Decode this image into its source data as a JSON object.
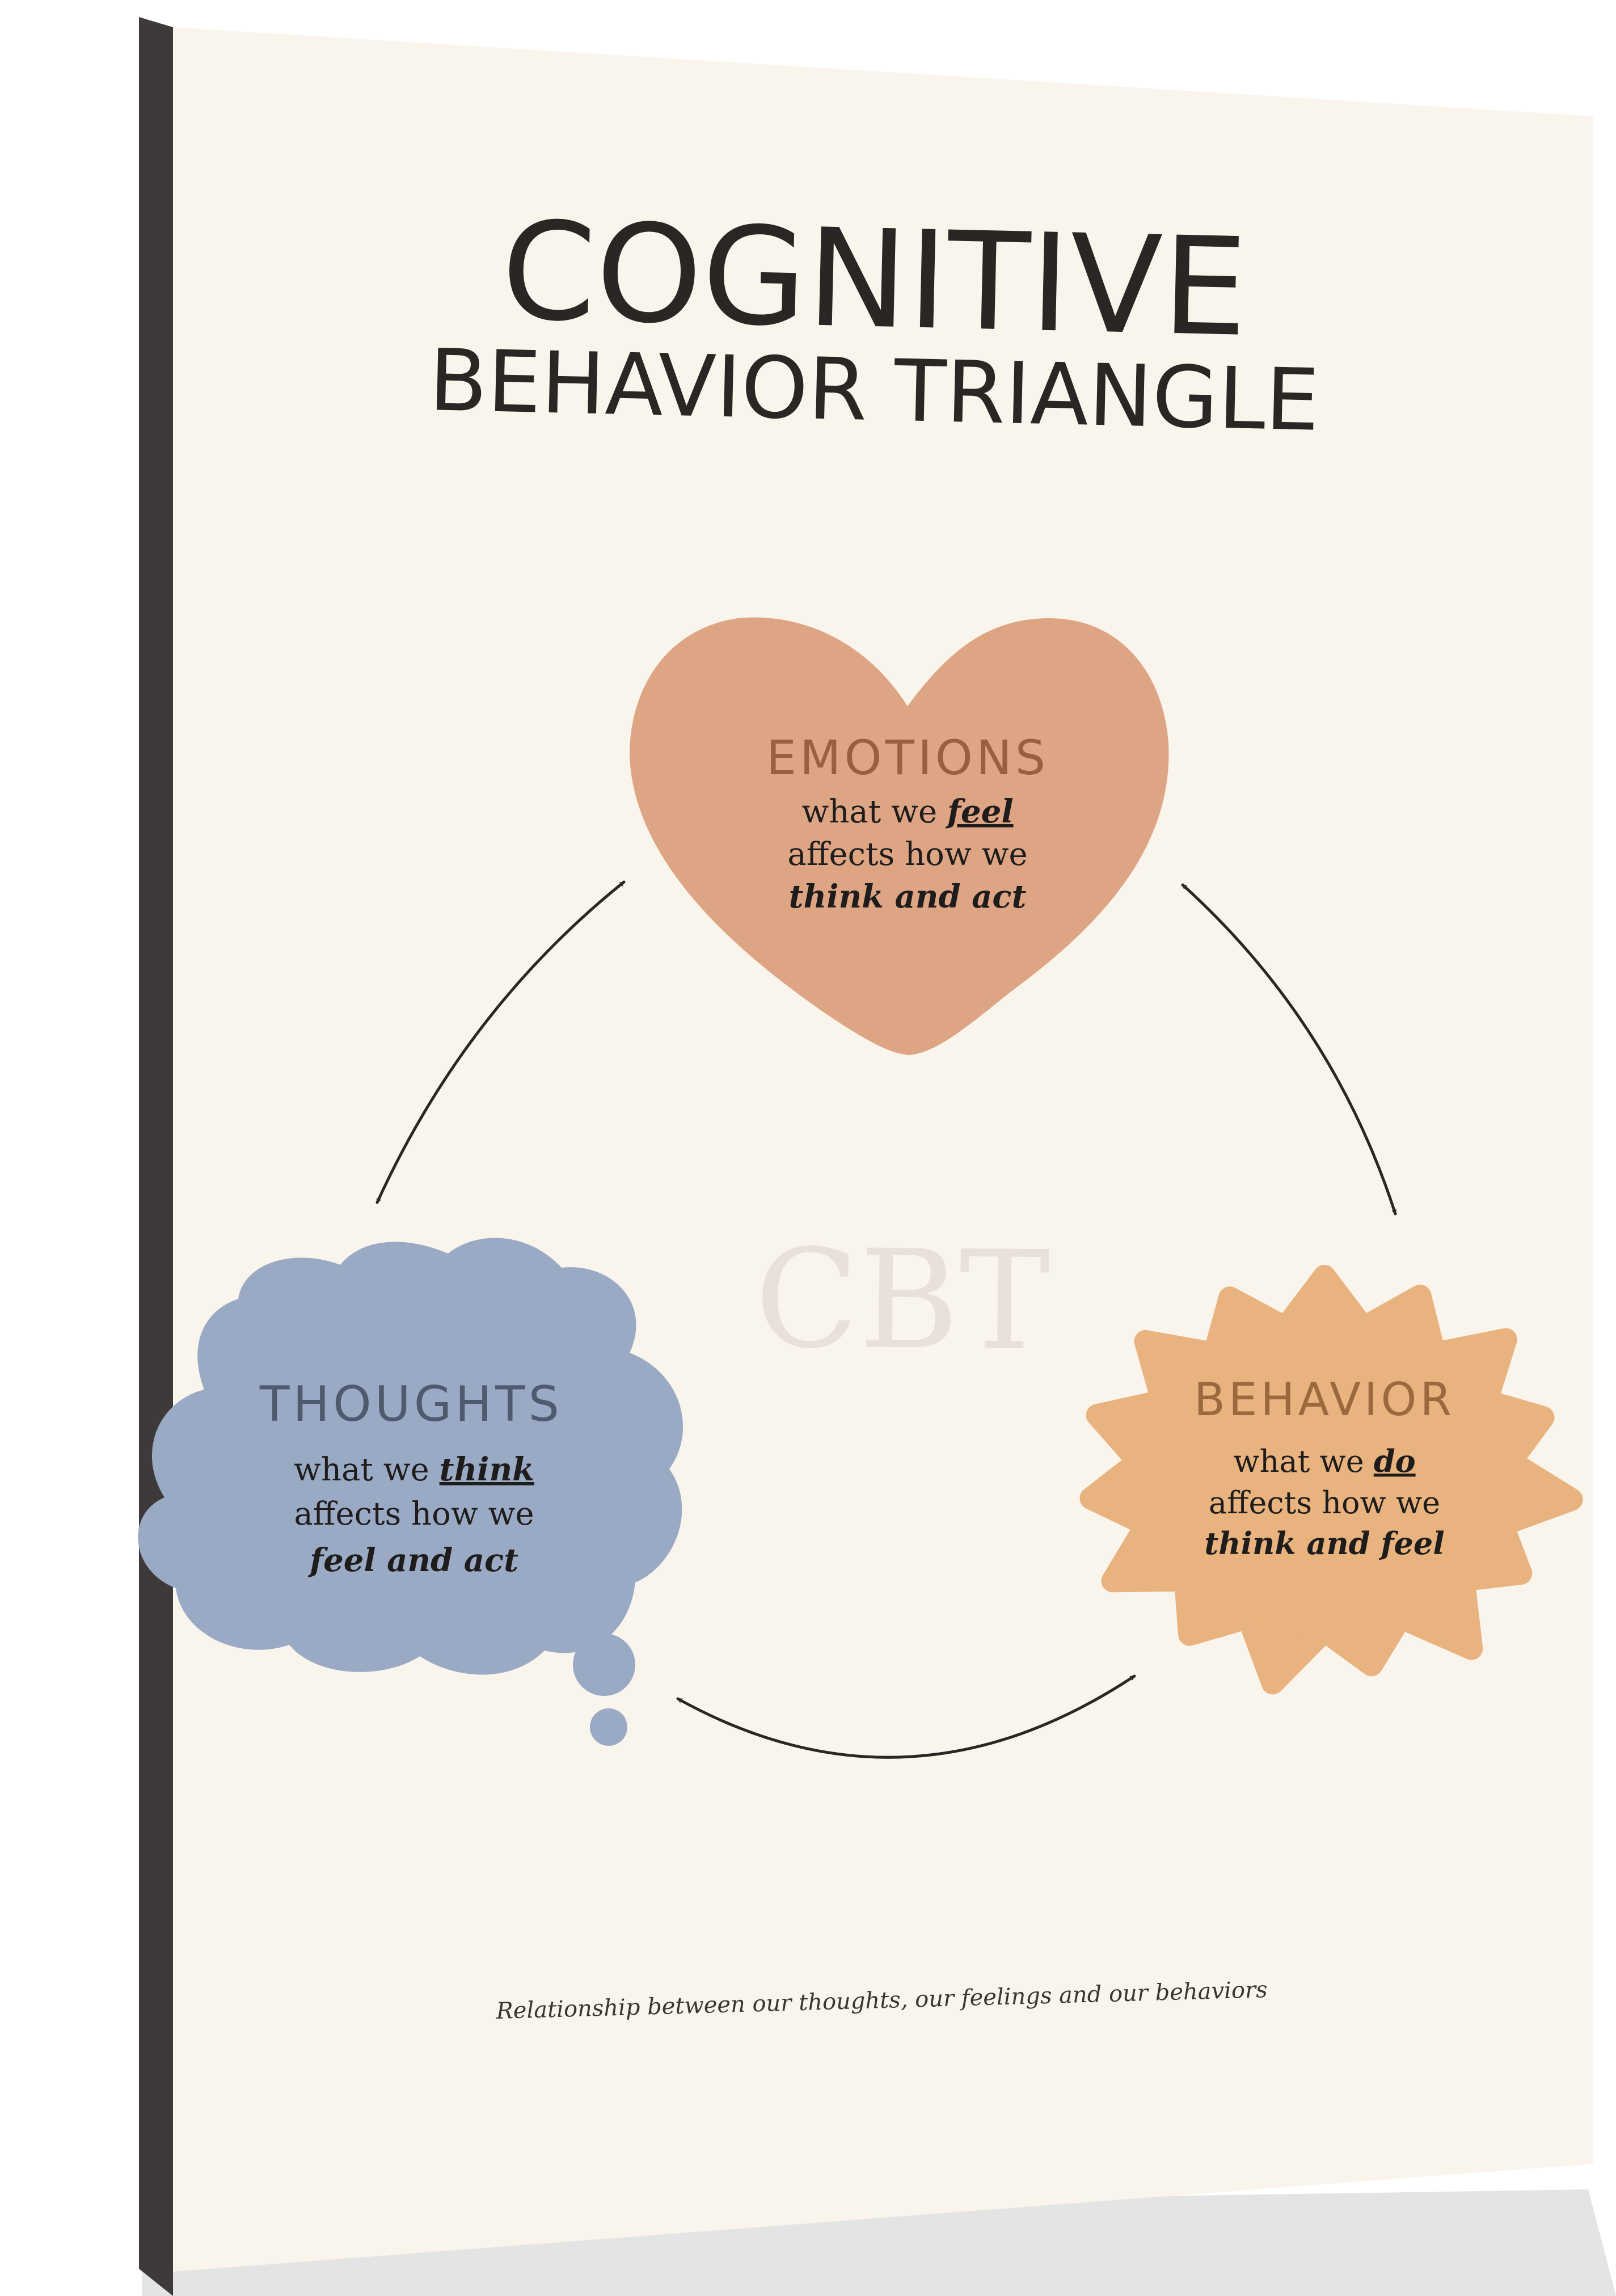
{
  "title": {
    "line1": "COGNITIVE",
    "line2": "BEHAVIOR TRIANGLE"
  },
  "center_label": "CBT",
  "nodes": {
    "emotions": {
      "title": "EMOTIONS",
      "line1_prefix": "what we ",
      "line1_em": "feel",
      "line2": "affects how we",
      "line3": "think and act",
      "color": "#dea584",
      "title_color": "#9a5f3f"
    },
    "thoughts": {
      "title": "THOUGHTS",
      "line1_prefix": "what we ",
      "line1_em": "think",
      "line2": "affects how we",
      "line3": "feel and act",
      "color": "#9aaac5",
      "title_color": "#4e5a6e"
    },
    "behavior": {
      "title": "BEHAVIOR",
      "line1_prefix": "what we ",
      "line1_em": "do",
      "line2": "affects how we",
      "line3": "think and feel",
      "color": "#e9b37f",
      "title_color": "#9a6a3e"
    }
  },
  "caption": "Relationship between our thoughts, our feelings and our behaviors",
  "colors": {
    "canvas": "#f9f4ec",
    "edge": "#3e3a39",
    "ink": "#2b2624",
    "cbt": "#e8e1da"
  }
}
